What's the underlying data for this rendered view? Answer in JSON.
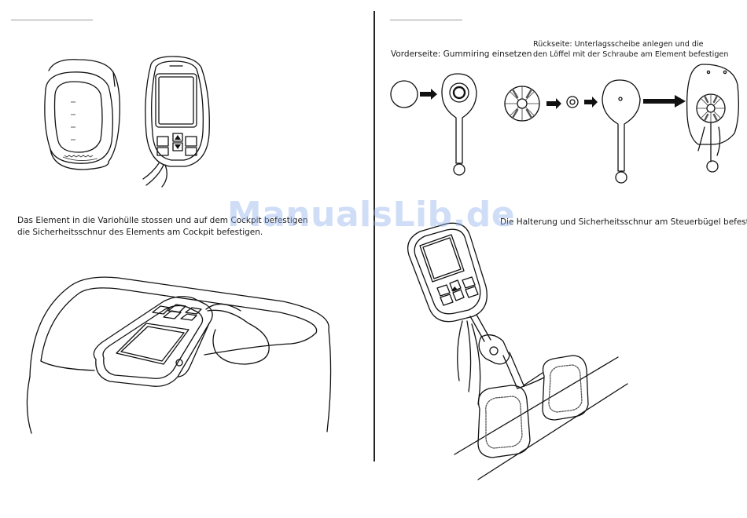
{
  "left_page": {
    "caption_line1": "Das Element in die Variohülle stossen und auf dem Cockpit befestigen",
    "caption_line2": "die Sicherheitsschnur des Elements am Cockpit befestigen."
  },
  "right_page": {
    "front_label": "Vorderseite: Gummiring einsetzen",
    "back_label_line1": "Rückseite: Unterlagsscheibe anlegen und die",
    "back_label_line2": "den Löffel mit der Schraube am Element befestigen",
    "bottom_caption": "Die Halterung und Sicherheitsschnur am Steuerbügel befestigen"
  },
  "watermark": "ManualsLib.de"
}
